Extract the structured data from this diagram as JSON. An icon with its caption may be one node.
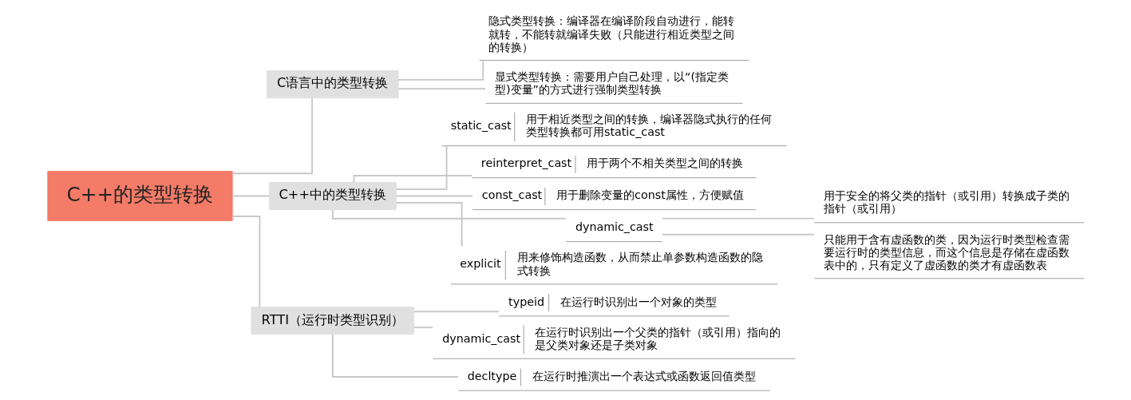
{
  "diagram": {
    "nodes": [
      {
        "text": [
          "C++的类型转换"
        ]
      },
      {
        "text": [
          "C语言中的类型转换"
        ]
      },
      {
        "text": [
          "隐式类型转换：编译器在编译阶段自动进行，能转就转，不能转就编译失败（只能进行相近类型之间的转换）"
        ]
      },
      {
        "text": [
          "显式类型转换：需要用户自己处理，以“(指定类型)变量”的方式进行强制类型转换"
        ]
      },
      {
        "text": [
          "C++中的类型转换"
        ]
      },
      {
        "text": [
          "static_cast",
          "用于相近类型之间的转换，编译器隐式执行的任何类型转换都可用static_cast"
        ]
      },
      {
        "text": [
          "reinterpret_cast",
          "用于两个不相关类型之间的转换"
        ]
      },
      {
        "text": [
          "const_cast",
          "用于删除变量的const属性，方便赋值"
        ]
      },
      {
        "text": [
          "dynamic_cast"
        ]
      },
      {
        "text": [
          "用于安全的将父类的指针（或引用）转换成子类的指针（或引用）"
        ]
      },
      {
        "text": [
          "只能用于含有虚函数的类，因为运行时类型检查需要运行时的类型信息，而这个信息是存储在虚函数表中的，只有定义了虚函数的类才有虚函数表"
        ]
      },
      {
        "text": [
          "explicit",
          "用来修饰构造函数，从而禁止单参数构造函数的隐式转换"
        ]
      },
      {
        "text": [
          "RTTI（运行时类型识别）"
        ]
      },
      {
        "text": [
          "typeid",
          "在运行时识别出一个对象的类型"
        ]
      },
      {
        "text": [
          "dynamic_cast",
          "在运行时识别出一个父类的指针（或引用）指向的是父类对象还是子类对象"
        ]
      },
      {
        "text": [
          "decltype",
          "在运行时推演出一个表达式或函数返回值类型"
        ]
      }
    ],
    "edges": [
      {
        "from": 0,
        "to": 1,
        "arrow": "none"
      },
      {
        "from": 1,
        "to": 2,
        "arrow": "none"
      },
      {
        "from": 1,
        "to": 3,
        "arrow": "none"
      },
      {
        "from": 0,
        "to": 4,
        "arrow": "none"
      },
      {
        "from": 4,
        "to": 5,
        "arrow": "none"
      },
      {
        "from": 4,
        "to": 6,
        "arrow": "none"
      },
      {
        "from": 4,
        "to": 7,
        "arrow": "none"
      },
      {
        "from": 4,
        "to": 8,
        "arrow": "none"
      },
      {
        "from": 8,
        "to": 9,
        "arrow": "none"
      },
      {
        "from": 8,
        "to": 10,
        "arrow": "none"
      },
      {
        "from": 4,
        "to": 11,
        "arrow": "none"
      },
      {
        "from": 0,
        "to": 12,
        "arrow": "none"
      },
      {
        "from": 12,
        "to": 13,
        "arrow": "none"
      },
      {
        "from": 12,
        "to": 14,
        "arrow": "none"
      },
      {
        "from": 12,
        "to": 15,
        "arrow": "none"
      }
    ]
  }
}
